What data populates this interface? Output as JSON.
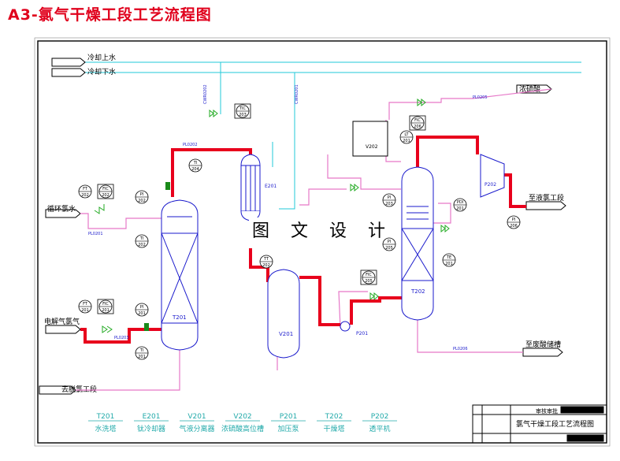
{
  "title": "A3-氯气干燥工段工艺流程图",
  "watermark": "图 文 设 计",
  "streams": {
    "cooling_up": "冷却上水",
    "cooling_down": "冷却下水",
    "circulating_water": "循环氯水",
    "electrolysis_chlorine": "电解气氯气",
    "to_dechlorination": "去脱氯工段",
    "concentrated_acid": "浓硫酸",
    "to_liquid_chlorine": "至液氯工段",
    "to_waste_acid": "至废酸储槽"
  },
  "equipment_tags": {
    "t201": "T201",
    "e201": "E201",
    "v201": "V201",
    "v202": "V202",
    "t202": "T202",
    "p201": "P201",
    "p202": "P202"
  },
  "instruments": {
    "ft202": [
      "FT",
      "202"
    ],
    "fic202": [
      "FIC",
      "202"
    ],
    "pi202": [
      "PI",
      "202"
    ],
    "ti202": [
      "TI",
      "202"
    ],
    "ft201": [
      "FT",
      "201"
    ],
    "fic201": [
      "FIC",
      "201"
    ],
    "pi201": [
      "PI",
      "201"
    ],
    "ti201": [
      "TI",
      "201"
    ],
    "ti204": [
      "TI",
      "204"
    ],
    "tic203": [
      "TIC",
      "203"
    ],
    "tt202": [
      "TT",
      "202"
    ],
    "fic205": [
      "FIC",
      "205"
    ],
    "lt201": [
      "LT",
      "201"
    ],
    "fic206": [
      "FIC",
      "206"
    ],
    "pi203": [
      "PI",
      "203"
    ],
    "pi205": [
      "PI",
      "205"
    ],
    "pdi201": [
      "PDI",
      "201"
    ],
    "te201": [
      "TE",
      "201"
    ],
    "pi206": [
      "PI",
      "206"
    ]
  },
  "line_labels": {
    "pl0201": "PL0201",
    "pl0202": "PL0202",
    "pl0203": "PL0203",
    "pl0205": "PL0205",
    "pl0206": "PL0206",
    "cw0202": "CWR0202",
    "cw0201": "CWR0201"
  },
  "legend": [
    {
      "tag": "T201",
      "name": "水洗塔"
    },
    {
      "tag": "E201",
      "name": "钛冷却器"
    },
    {
      "tag": "V201",
      "name": "气液分离器"
    },
    {
      "tag": "V202",
      "name": "浓硫酸高位槽"
    },
    {
      "tag": "P201",
      "name": "加压泵"
    },
    {
      "tag": "T202",
      "name": "干燥塔"
    },
    {
      "tag": "P202",
      "name": "透平机"
    }
  ],
  "title_block": {
    "caption": "氯气干燥工段工艺流程图",
    "approved": "审核审批"
  },
  "colors": {
    "title": "#e0001c",
    "process": "#e8001c",
    "acid": "#e678c8",
    "cooling": "#22c8d8",
    "equipment": "#1a1acc",
    "valve": "#22aa22",
    "legend": "#22aaaa"
  }
}
